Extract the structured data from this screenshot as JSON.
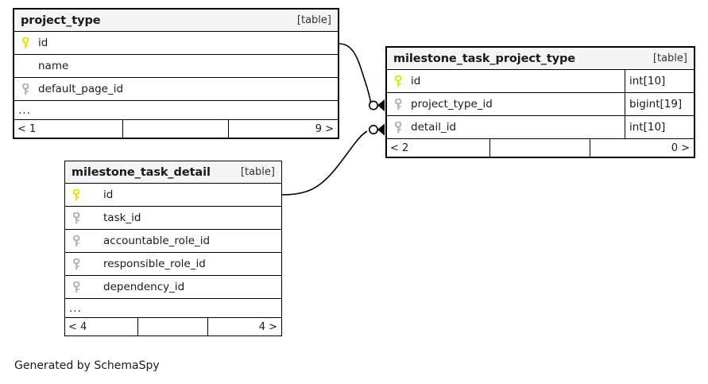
{
  "diagram": {
    "kind_label": "[table]",
    "more_indicator": "...",
    "credit": "Generated by SchemaSpy",
    "colors": {
      "primary_key": "#e8e81c",
      "foreign_key": "#b0b0b0",
      "border": "#000000",
      "header_bg": "#f5f5f5",
      "background": "#ffffff"
    }
  },
  "tables": [
    {
      "name": "project_type",
      "kind": "[table]",
      "columns": [
        {
          "name": "id",
          "key": "primary",
          "type": ""
        },
        {
          "name": "name",
          "key": "none",
          "type": ""
        },
        {
          "name": "default_page_id",
          "key": "foreign",
          "type": ""
        }
      ],
      "has_more": true,
      "more": "...",
      "footer": {
        "left": "< 1",
        "middle": "",
        "right": "9 >"
      }
    },
    {
      "name": "milestone_task_project_type",
      "kind": "[table]",
      "columns": [
        {
          "name": "id",
          "key": "primary",
          "type": "int[10]"
        },
        {
          "name": "project_type_id",
          "key": "foreign",
          "type": "bigint[19]"
        },
        {
          "name": "detail_id",
          "key": "foreign",
          "type": "int[10]"
        }
      ],
      "has_more": false,
      "more": "",
      "footer": {
        "left": "< 2",
        "middle": "",
        "right": "0 >"
      }
    },
    {
      "name": "milestone_task_detail",
      "kind": "[table]",
      "columns": [
        {
          "name": "id",
          "key": "primary",
          "type": ""
        },
        {
          "name": "task_id",
          "key": "foreign",
          "type": ""
        },
        {
          "name": "accountable_role_id",
          "key": "foreign",
          "type": ""
        },
        {
          "name": "responsible_role_id",
          "key": "foreign",
          "type": ""
        },
        {
          "name": "dependency_id",
          "key": "foreign",
          "type": ""
        }
      ],
      "has_more": true,
      "more": "...",
      "footer": {
        "left": "< 4",
        "middle": "",
        "right": "4 >"
      }
    }
  ],
  "relationships": [
    {
      "from_table": "project_type",
      "from_column": "id",
      "to_table": "milestone_task_project_type",
      "to_column": "project_type_id",
      "cardinality": "zero-or-many"
    },
    {
      "from_table": "milestone_task_detail",
      "from_column": "id",
      "to_table": "milestone_task_project_type",
      "to_column": "detail_id",
      "cardinality": "zero-or-many"
    }
  ]
}
